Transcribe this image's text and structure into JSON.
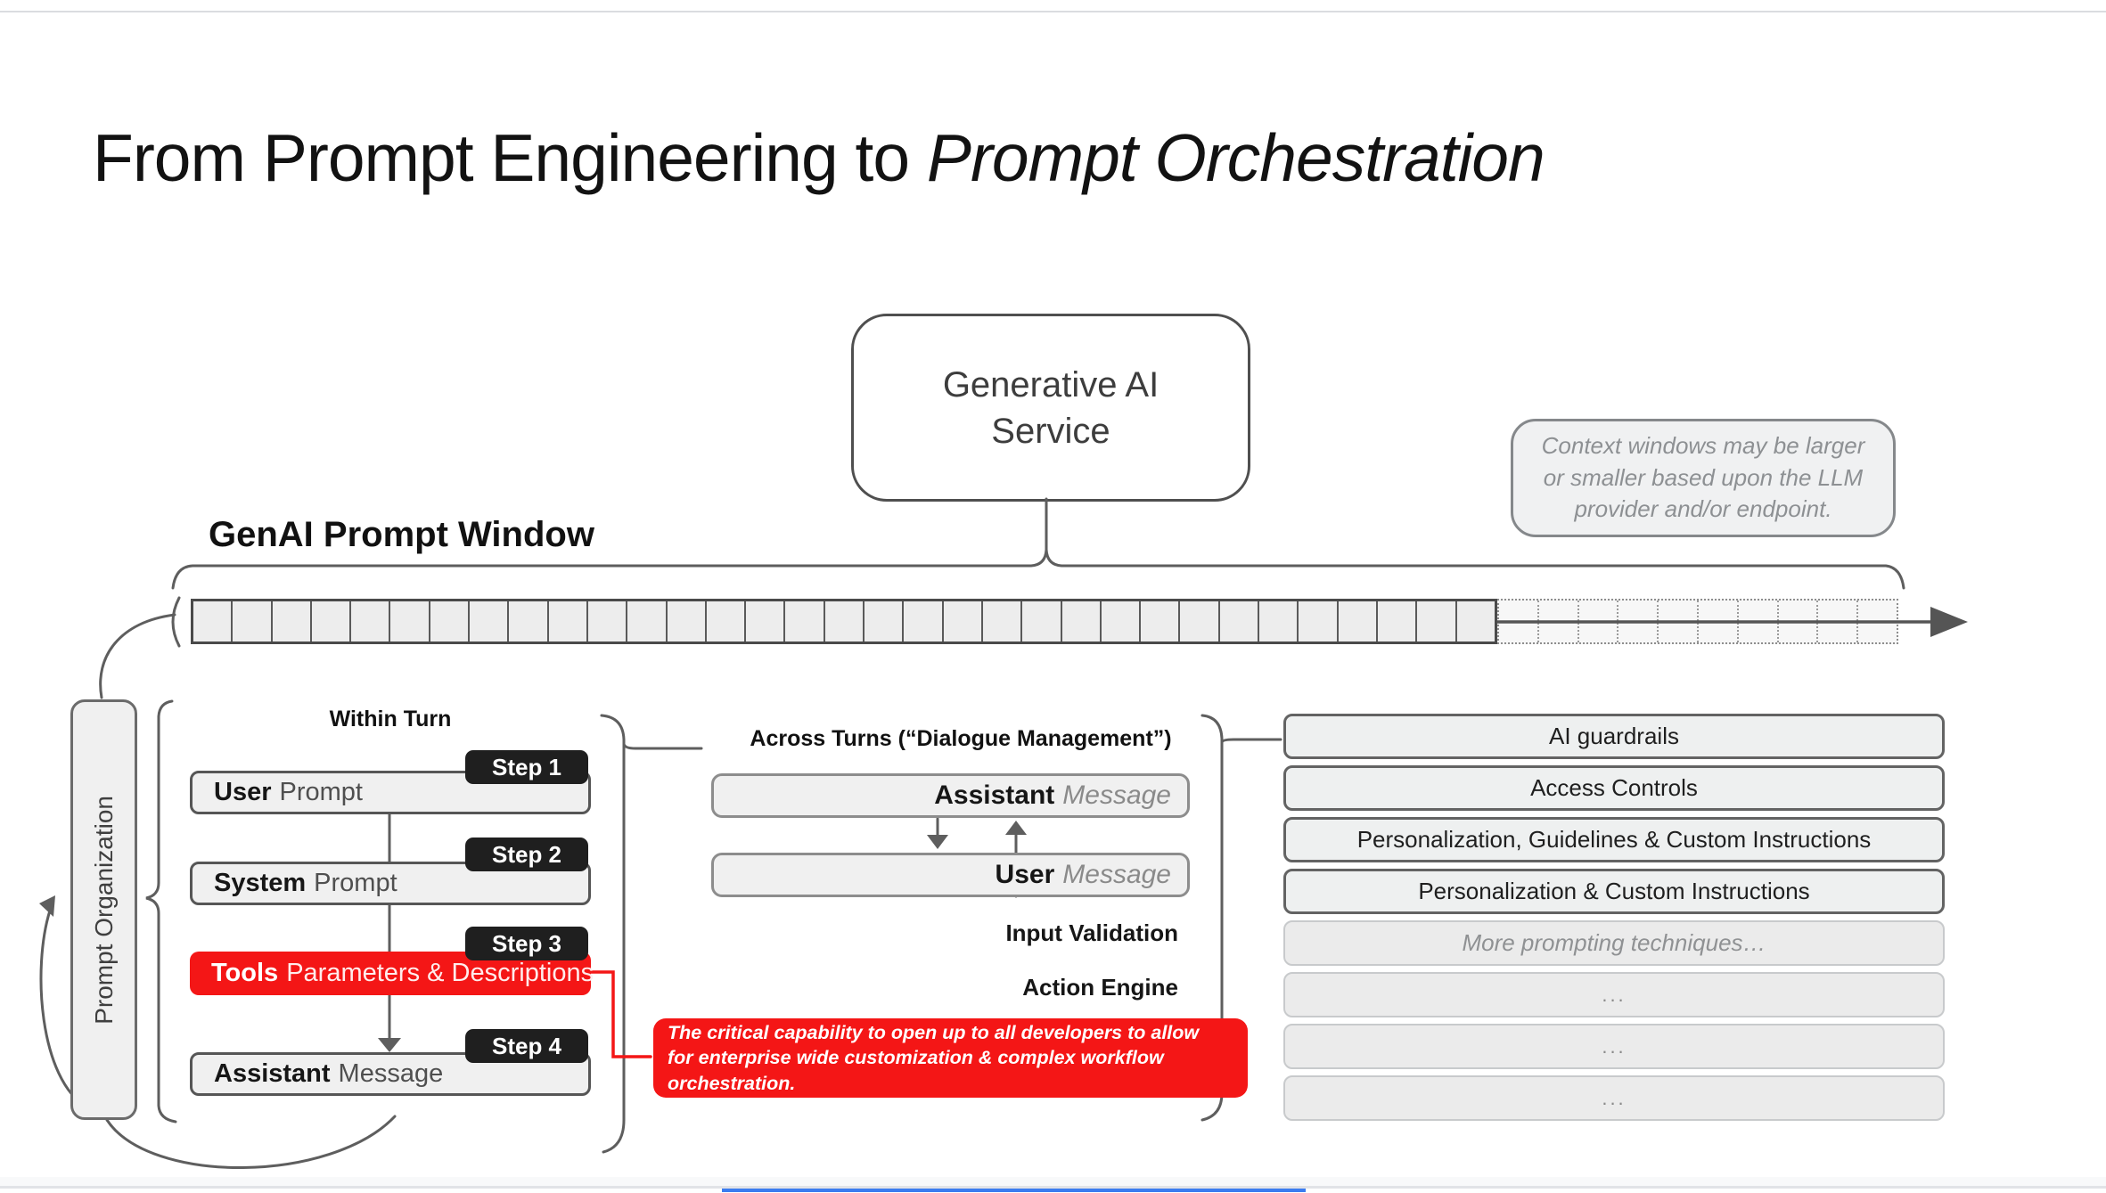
{
  "slide": {
    "title_regular": "From Prompt Engineering to ",
    "title_italic": "Prompt Orchestration"
  },
  "genai_service": {
    "line1": "Generative AI",
    "line2": "Service"
  },
  "context_note": {
    "text": "Context windows may be larger or smaller based upon the LLM provider and/or endpoint."
  },
  "prompt_window": {
    "label": "GenAI Prompt Window",
    "solid_cells": 33,
    "dotted_cells": 10
  },
  "prompt_organization": {
    "label": "Prompt Organization"
  },
  "within_turn": {
    "header": "Within Turn",
    "rows": [
      {
        "bold": "User",
        "rest": "Prompt",
        "step": "Step 1"
      },
      {
        "bold": "System",
        "rest": "Prompt",
        "step": "Step 2"
      },
      {
        "bold": "Tools",
        "rest": "Parameters & Descriptions",
        "step": "Step 3"
      },
      {
        "bold": "Assistant",
        "rest": "Message",
        "step": "Step 4"
      }
    ]
  },
  "across_turns": {
    "header": "Across Turns (“Dialogue Management”)",
    "boxes": [
      {
        "bold": "Assistant",
        "italic": "Message"
      },
      {
        "bold": "User",
        "italic": "Message"
      }
    ],
    "labels": [
      "Input Validation",
      "Action Engine"
    ]
  },
  "callout": {
    "line1": "The critical capability to open up to all developers to allow",
    "line2": "for enterprise wide customization & complex workflow",
    "line3": "orchestration."
  },
  "right_column": {
    "boxes": [
      "AI guardrails",
      "Access Controls",
      "Personalization, Guidelines & Custom Instructions",
      "Personalization & Custom Instructions",
      "More prompting techniques…",
      "...",
      "...",
      "..."
    ]
  },
  "colors": {
    "accent_red": "#f41616",
    "badge_dark": "#1f1f1f",
    "box_fill": "#f0f0f0",
    "line_gray": "#5e5e5e"
  }
}
